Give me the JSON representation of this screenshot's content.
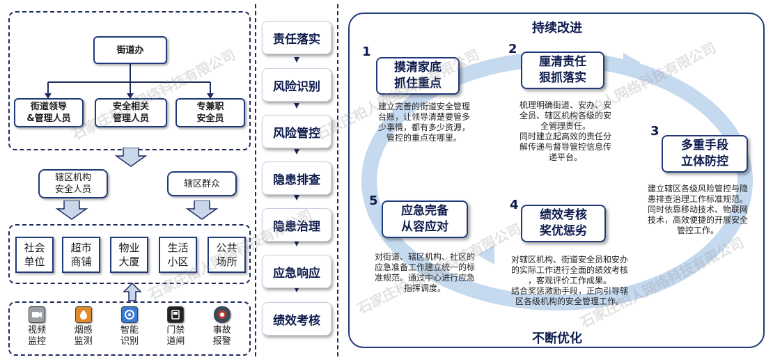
{
  "org": {
    "top": "街道办",
    "level2": [
      "街道领导\n&管理人员",
      "安全相关\n管理人员",
      "专兼职\n安全员"
    ]
  },
  "left_groups": {
    "personnel": "辖区机构\n安全人员",
    "public": "辖区群众"
  },
  "categories": [
    "社会\n单位",
    "超市\n商铺",
    "物业\n大厦",
    "生活\n小区",
    "公共\n场所"
  ],
  "devices": [
    {
      "label": "视频\n监控",
      "icon": "camera-icon",
      "color": "#9aa0a6"
    },
    {
      "label": "烟感\n监测",
      "icon": "smoke-sensor-icon",
      "color": "#e08a2e"
    },
    {
      "label": "智能\n识别",
      "icon": "smart-recognition-icon",
      "color": "#3a7bd5"
    },
    {
      "label": "门禁\n道闸",
      "icon": "access-gate-icon",
      "color": "#222222"
    },
    {
      "label": "事故\n报警",
      "icon": "alarm-icon",
      "color": "#3a4a5a"
    }
  ],
  "steps": [
    "责任落实",
    "风险识别",
    "风险管控",
    "隐患排查",
    "隐患治理",
    "应急响应",
    "绩效考核"
  ],
  "cycle": {
    "top_label": "持续改进",
    "bottom_label": "不断优化",
    "items": [
      {
        "num": "1",
        "title": "摸清家底\n抓住重点",
        "desc": "建立完善的街道安全管理\n台账，让领导清楚要管多\n少事情，都有多少资源，\n管控的重点在哪里。"
      },
      {
        "num": "2",
        "title": "厘清责任\n狠抓落实",
        "desc": "梳理明确街道、安办、安\n全员、辖区机构各级的安\n全管理责任。\n同时建立起高效的责任分\n解传递与督导管控信息传\n递平台。"
      },
      {
        "num": "3",
        "title": "多重手段\n立体防控",
        "desc": "建立辖区各级风险管控与隐\n患排查治理工作标准规范。\n同时依靠移动技术、物联网\n技术，高效便捷的开展安全\n管控工作。"
      },
      {
        "num": "4",
        "title": "绩效考核\n奖优惩劣",
        "desc": "对辖区机构、街道安全员和安办\n的实际工作进行全面的绩效考核\n，客观评价工作成果。\n结合奖惩激励手段，正向引导辖\n区各级机构的安全管理工作。"
      },
      {
        "num": "5",
        "title": "应急完备\n从容应对",
        "desc": "对街道、辖区机构、社区的\n应急准备工作建立统一的标\n准规范。通过中心进行应急\n指挥调度。"
      }
    ]
  },
  "watermark": "石家庄柏人网络科技有限公司",
  "colors": {
    "navy": "#1f2a5c",
    "arrow_fill": "#c9d7ea",
    "cycle_ring": "#c5d9ef"
  }
}
